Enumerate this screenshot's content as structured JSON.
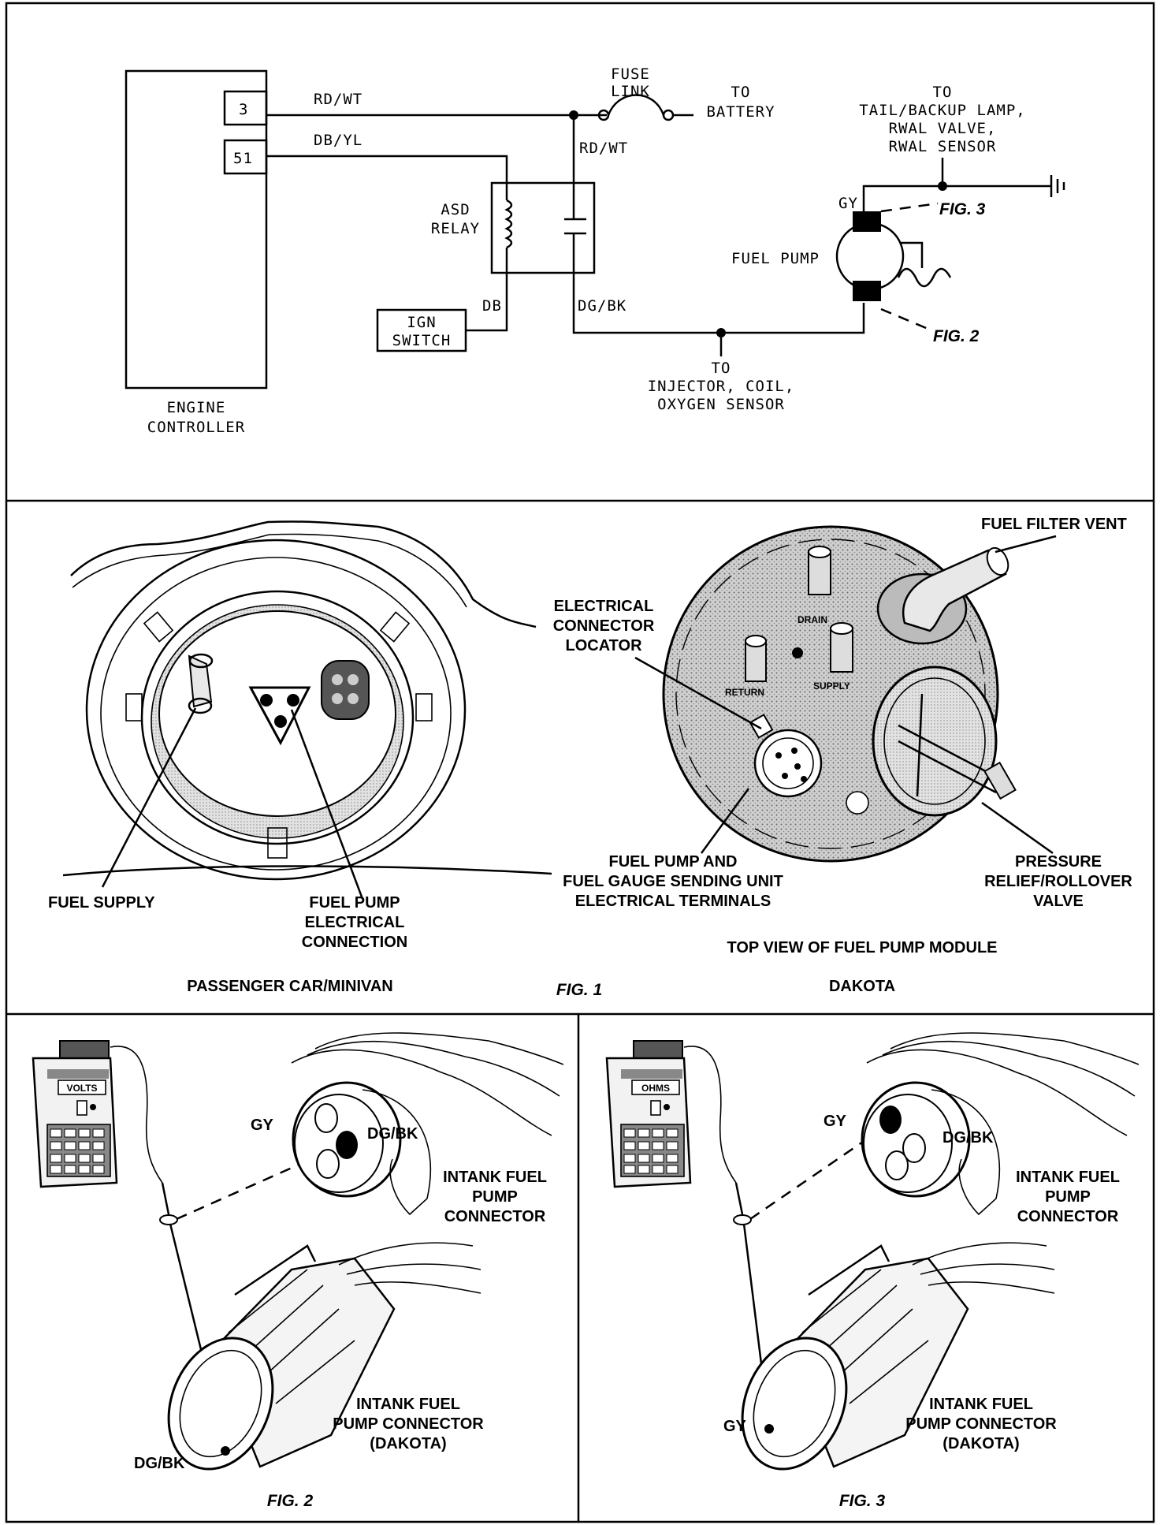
{
  "schematic": {
    "engine_controller": {
      "label_line1": "ENGINE",
      "label_line2": "CONTROLLER",
      "pin_1": "3",
      "pin_2": "51"
    },
    "wire_rd_wt_top": "RD/WT",
    "wire_db_yl": "DB/YL",
    "fuse_link_line1": "FUSE",
    "fuse_link_line2": "LINK",
    "to_battery_line1": "TO",
    "to_battery_line2": "BATTERY",
    "wire_rd_wt_vertical": "RD/WT",
    "asd_relay_line1": "ASD",
    "asd_relay_line2": "RELAY",
    "wire_db": "DB",
    "ign_switch_line1": "IGN",
    "ign_switch_line2": "SWITCH",
    "wire_dg_bk": "DG/BK",
    "to_injector_line1": "TO",
    "to_injector_line2": "INJECTOR, COIL,",
    "to_injector_line3": "OXYGEN SENSOR",
    "to_tail_line1": "TO",
    "to_tail_line2": "TAIL/BACKUP LAMP,",
    "to_tail_line3": "RWAL VALVE,",
    "to_tail_line4": "RWAL SENSOR",
    "wire_gy": "GY",
    "fuel_pump": "FUEL PUMP",
    "fig3_ref": "FIG. 3",
    "fig2_ref": "FIG. 2"
  },
  "fig1": {
    "left": {
      "fuel_supply": "FUEL SUPPLY",
      "pump_conn_line1": "FUEL PUMP",
      "pump_conn_line2": "ELECTRICAL",
      "pump_conn_line3": "CONNECTION",
      "caption": "PASSENGER CAR/MINIVAN"
    },
    "figure_label": "FIG. 1",
    "right": {
      "fuel_filter_vent": "FUEL FILTER VENT",
      "locator_line1": "ELECTRICAL",
      "locator_line2": "CONNECTOR",
      "locator_line3": "LOCATOR",
      "drain": "DRAIN",
      "return": "RETURN",
      "supply": "SUPPLY",
      "terminals_line1": "FUEL PUMP AND",
      "terminals_line2": "FUEL GAUGE SENDING UNIT",
      "terminals_line3": "ELECTRICAL TERMINALS",
      "valve_line1": "PRESSURE",
      "valve_line2": "RELIEF/ROLLOVER",
      "valve_line3": "VALVE",
      "top_view": "TOP VIEW OF FUEL PUMP MODULE",
      "caption": "DAKOTA"
    }
  },
  "fig2": {
    "meter_display": "VOLTS",
    "gy": "GY",
    "dg_bk": "DG/BK",
    "intank_line1": "INTANK FUEL",
    "intank_line2": "PUMP",
    "intank_line3": "CONNECTOR",
    "dakota_line1": "INTANK FUEL",
    "dakota_line2": "PUMP CONNECTOR",
    "dakota_line3": "(DAKOTA)",
    "bottom_wire": "DG/BK",
    "caption": "FIG. 2"
  },
  "fig3": {
    "meter_display": "OHMS",
    "gy": "GY",
    "dg_bk": "DG/BK",
    "intank_line1": "INTANK FUEL",
    "intank_line2": "PUMP",
    "intank_line3": "CONNECTOR",
    "dakota_line1": "INTANK FUEL",
    "dakota_line2": "PUMP CONNECTOR",
    "dakota_line3": "(DAKOTA)",
    "bottom_wire": "GY",
    "caption": "FIG. 3"
  }
}
